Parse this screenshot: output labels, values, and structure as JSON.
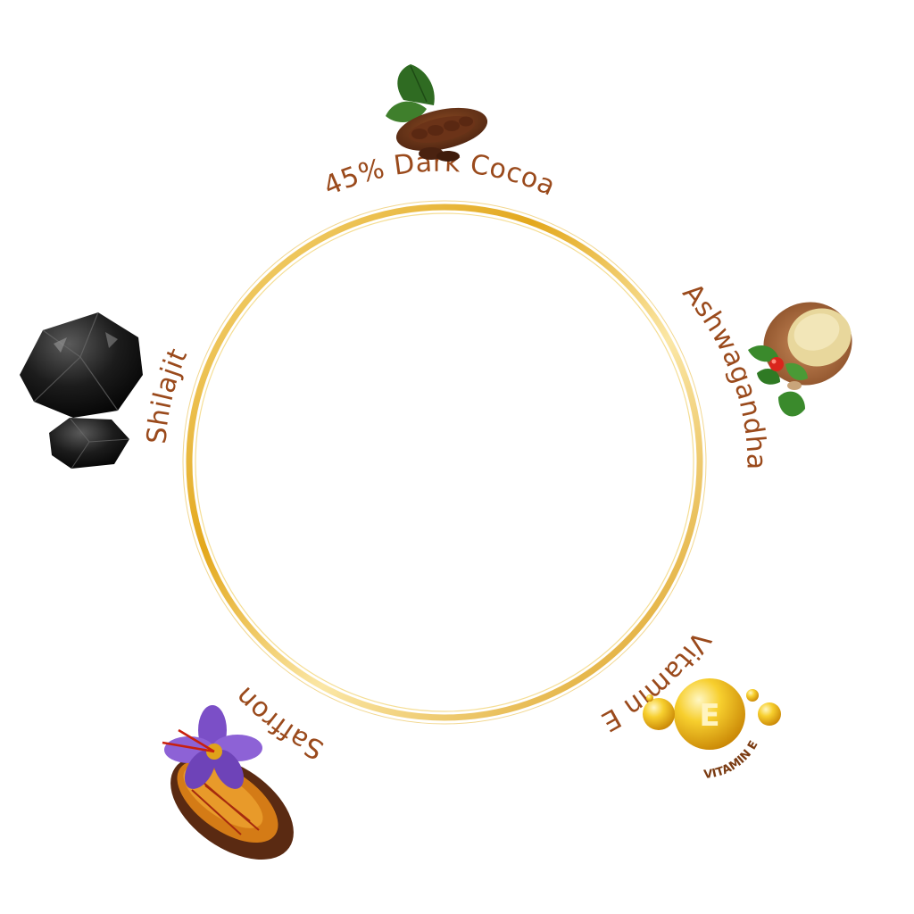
{
  "ingredients": [
    {
      "label": "45% Dark Cocoa",
      "icon": "cocoa-pod-icon"
    },
    {
      "label": "Ashwagandha",
      "icon": "ashwagandha-bowl-icon"
    },
    {
      "label": "Vitamin E",
      "icon": "vitamin-e-capsule-icon"
    },
    {
      "label": "Saffron",
      "icon": "saffron-flower-icon"
    },
    {
      "label": "Shilajit",
      "icon": "shilajit-rock-icon"
    }
  ],
  "vitamin_badge": "VITAMIN E",
  "vitamin_letter": "E",
  "colors": {
    "label": "#9a4a1c",
    "ring_gold": "#e7b52a",
    "ring_light": "#f7e3a0"
  }
}
